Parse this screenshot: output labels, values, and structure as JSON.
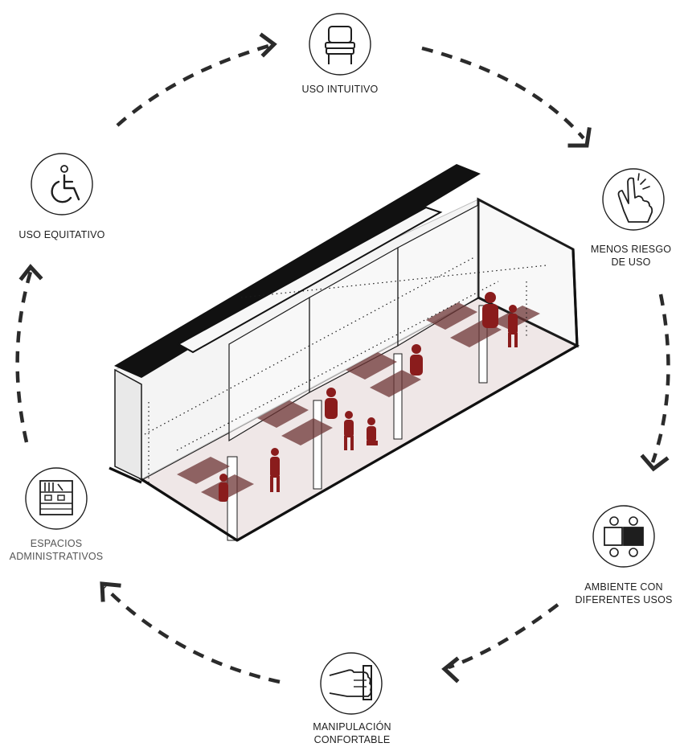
{
  "principles": [
    {
      "id": "uso-intuitivo",
      "icon": "chair-icon",
      "lines": [
        "USO INTUITIVO"
      ]
    },
    {
      "id": "menos-riesgo",
      "icon": "hand-touch-icon",
      "lines": [
        "MENOS RIESGO",
        "DE USO"
      ]
    },
    {
      "id": "ambiente",
      "icon": "table-chairs-icon",
      "lines": [
        "AMBIENTE CON",
        "DIFERENTES USOS"
      ]
    },
    {
      "id": "manipulacion",
      "icon": "hand-press-icon",
      "lines": [
        "MANIPULACIÓN",
        "CONFORTABLE"
      ]
    },
    {
      "id": "espacios",
      "icon": "shelving-icon",
      "lines": [
        "ESPACIOS",
        "ADMINISTRATIVOS"
      ]
    },
    {
      "id": "uso-equitativo",
      "icon": "wheelchair-icon",
      "lines": [
        "USO EQUITATIVO"
      ]
    }
  ],
  "colors": {
    "ink": "#1e1e1e",
    "arrow": "#2b2b2b",
    "figure": "#8a1c1c",
    "furniture": "#6e3535",
    "panel": "#f2f2f2"
  },
  "illustration": "isometric-classroom-module"
}
